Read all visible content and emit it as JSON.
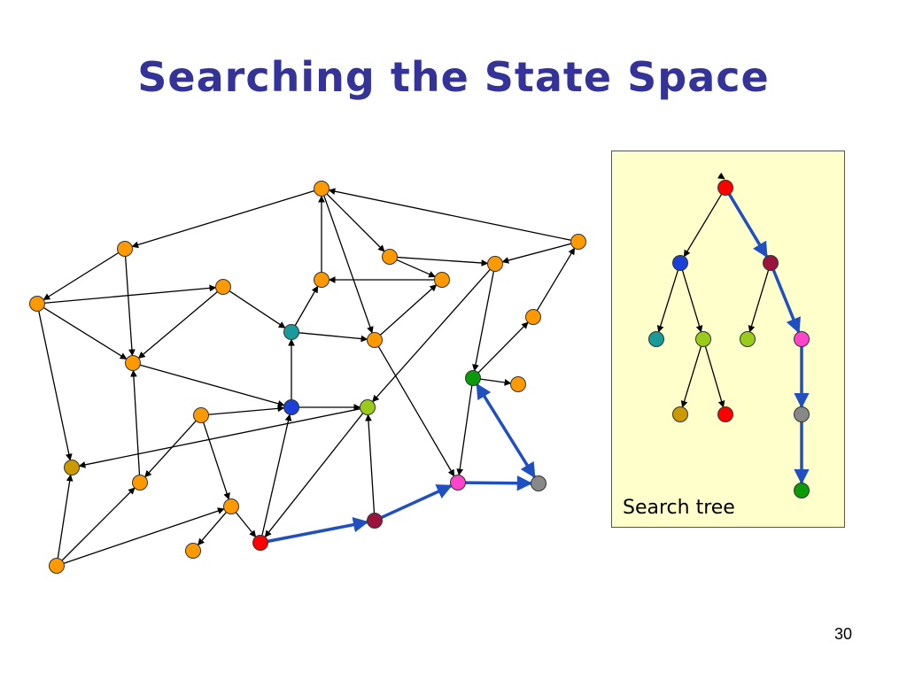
{
  "slide": {
    "title": "Searching the State Space",
    "page_number": "30"
  },
  "colors": {
    "title": "#333399",
    "panel_background": "#ffffcc",
    "solution_path": "#1f4fc1",
    "edge": "#000000",
    "state_default": "#ff9900"
  },
  "state_graph": {
    "node_colors": {
      "red": "#ff0000",
      "blue": "#1c3fd8",
      "teal": "#1a9b9b",
      "lime": "#99cc1a",
      "maroon": "#99133d",
      "magenta": "#ff44cc",
      "gray": "#888888",
      "green": "#0a9a0a",
      "olive": "#cc9900",
      "orange": "#ff9900"
    },
    "solution_path": [
      "red",
      "maroon",
      "magenta",
      "gray",
      "green"
    ]
  },
  "search_tree": {
    "caption": "Search tree"
  }
}
